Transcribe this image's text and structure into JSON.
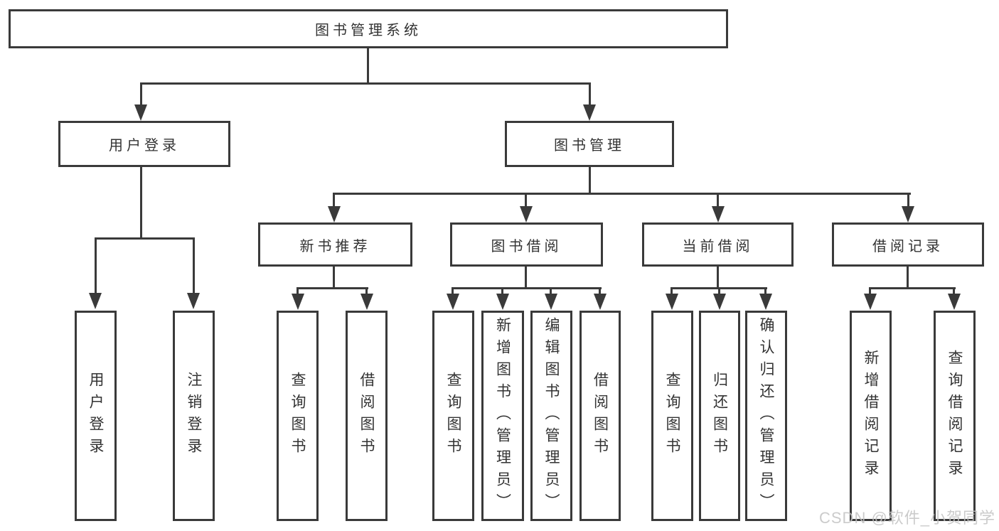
{
  "colors": {
    "line": "#3a3a3a",
    "text": "#333333",
    "watermark": "#c3c3c3",
    "background": "#ffffff"
  },
  "tree": {
    "root": {
      "label": "图书管理系统",
      "children": [
        {
          "label": "用户登录",
          "children": [
            {
              "label": "用户登录"
            },
            {
              "label": "注销登录"
            }
          ]
        },
        {
          "label": "图书管理",
          "children": [
            {
              "label": "新书推荐",
              "children": [
                {
                  "label": "查询图书"
                },
                {
                  "label": "借阅图书"
                }
              ]
            },
            {
              "label": "图书借阅",
              "children": [
                {
                  "label": "查询图书"
                },
                {
                  "label": "新增图书（管理员）"
                },
                {
                  "label": "编辑图书（管理员）"
                },
                {
                  "label": "借阅图书"
                }
              ]
            },
            {
              "label": "当前借阅",
              "children": [
                {
                  "label": "查询图书"
                },
                {
                  "label": "归还图书"
                },
                {
                  "label": "确认归还（管理员）"
                }
              ]
            },
            {
              "label": "借阅记录",
              "children": [
                {
                  "label": "新增借阅记录"
                },
                {
                  "label": "查询借阅记录"
                }
              ]
            }
          ]
        }
      ]
    }
  },
  "watermark": {
    "text": "CSDN @软件_小贺同学"
  }
}
